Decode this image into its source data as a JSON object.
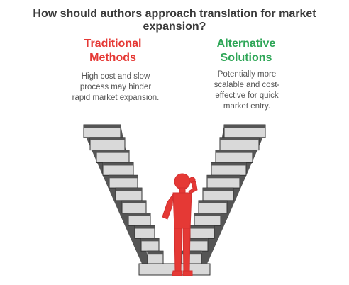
{
  "title": "How should authors approach translation for market expansion?",
  "colors": {
    "left_accent": "#e53935",
    "right_accent": "#2ea657",
    "stairs": "#555555",
    "person": "#e53935"
  },
  "left": {
    "heading_line1": "Traditional",
    "heading_line2": "Methods",
    "desc_line1": "High cost and slow",
    "desc_line2": "process may hinder",
    "desc_line3": "rapid market expansion."
  },
  "right": {
    "heading_line1": "Alternative",
    "heading_line2": "Solutions",
    "desc_line1": "Potentially more",
    "desc_line2": "scalable and cost-",
    "desc_line3": "effective for quick",
    "desc_line4": "market entry."
  }
}
